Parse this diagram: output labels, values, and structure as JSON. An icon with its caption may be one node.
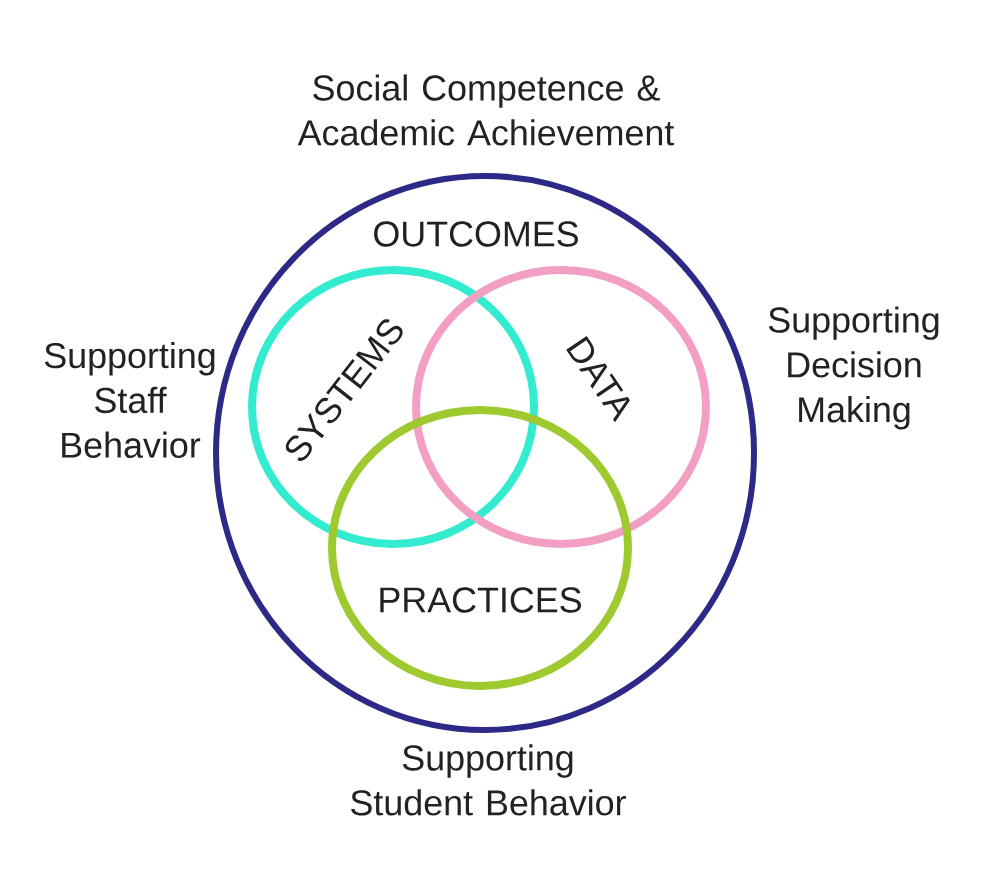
{
  "diagram": {
    "nodes": [
      {
        "text": [
          "OUTCOMES"
        ]
      },
      {
        "text": [
          "SYSTEMS"
        ],
        "in": 0
      },
      {
        "text": [
          "DATA"
        ],
        "in": 0
      },
      {
        "text": [
          "PRACTICES"
        ],
        "in": 0
      }
    ],
    "labels": [
      "Social Competence & Academic Achievement",
      "Supporting Staff Behavior",
      "Supporting Decision Making",
      "Supporting Student Behavior"
    ]
  }
}
